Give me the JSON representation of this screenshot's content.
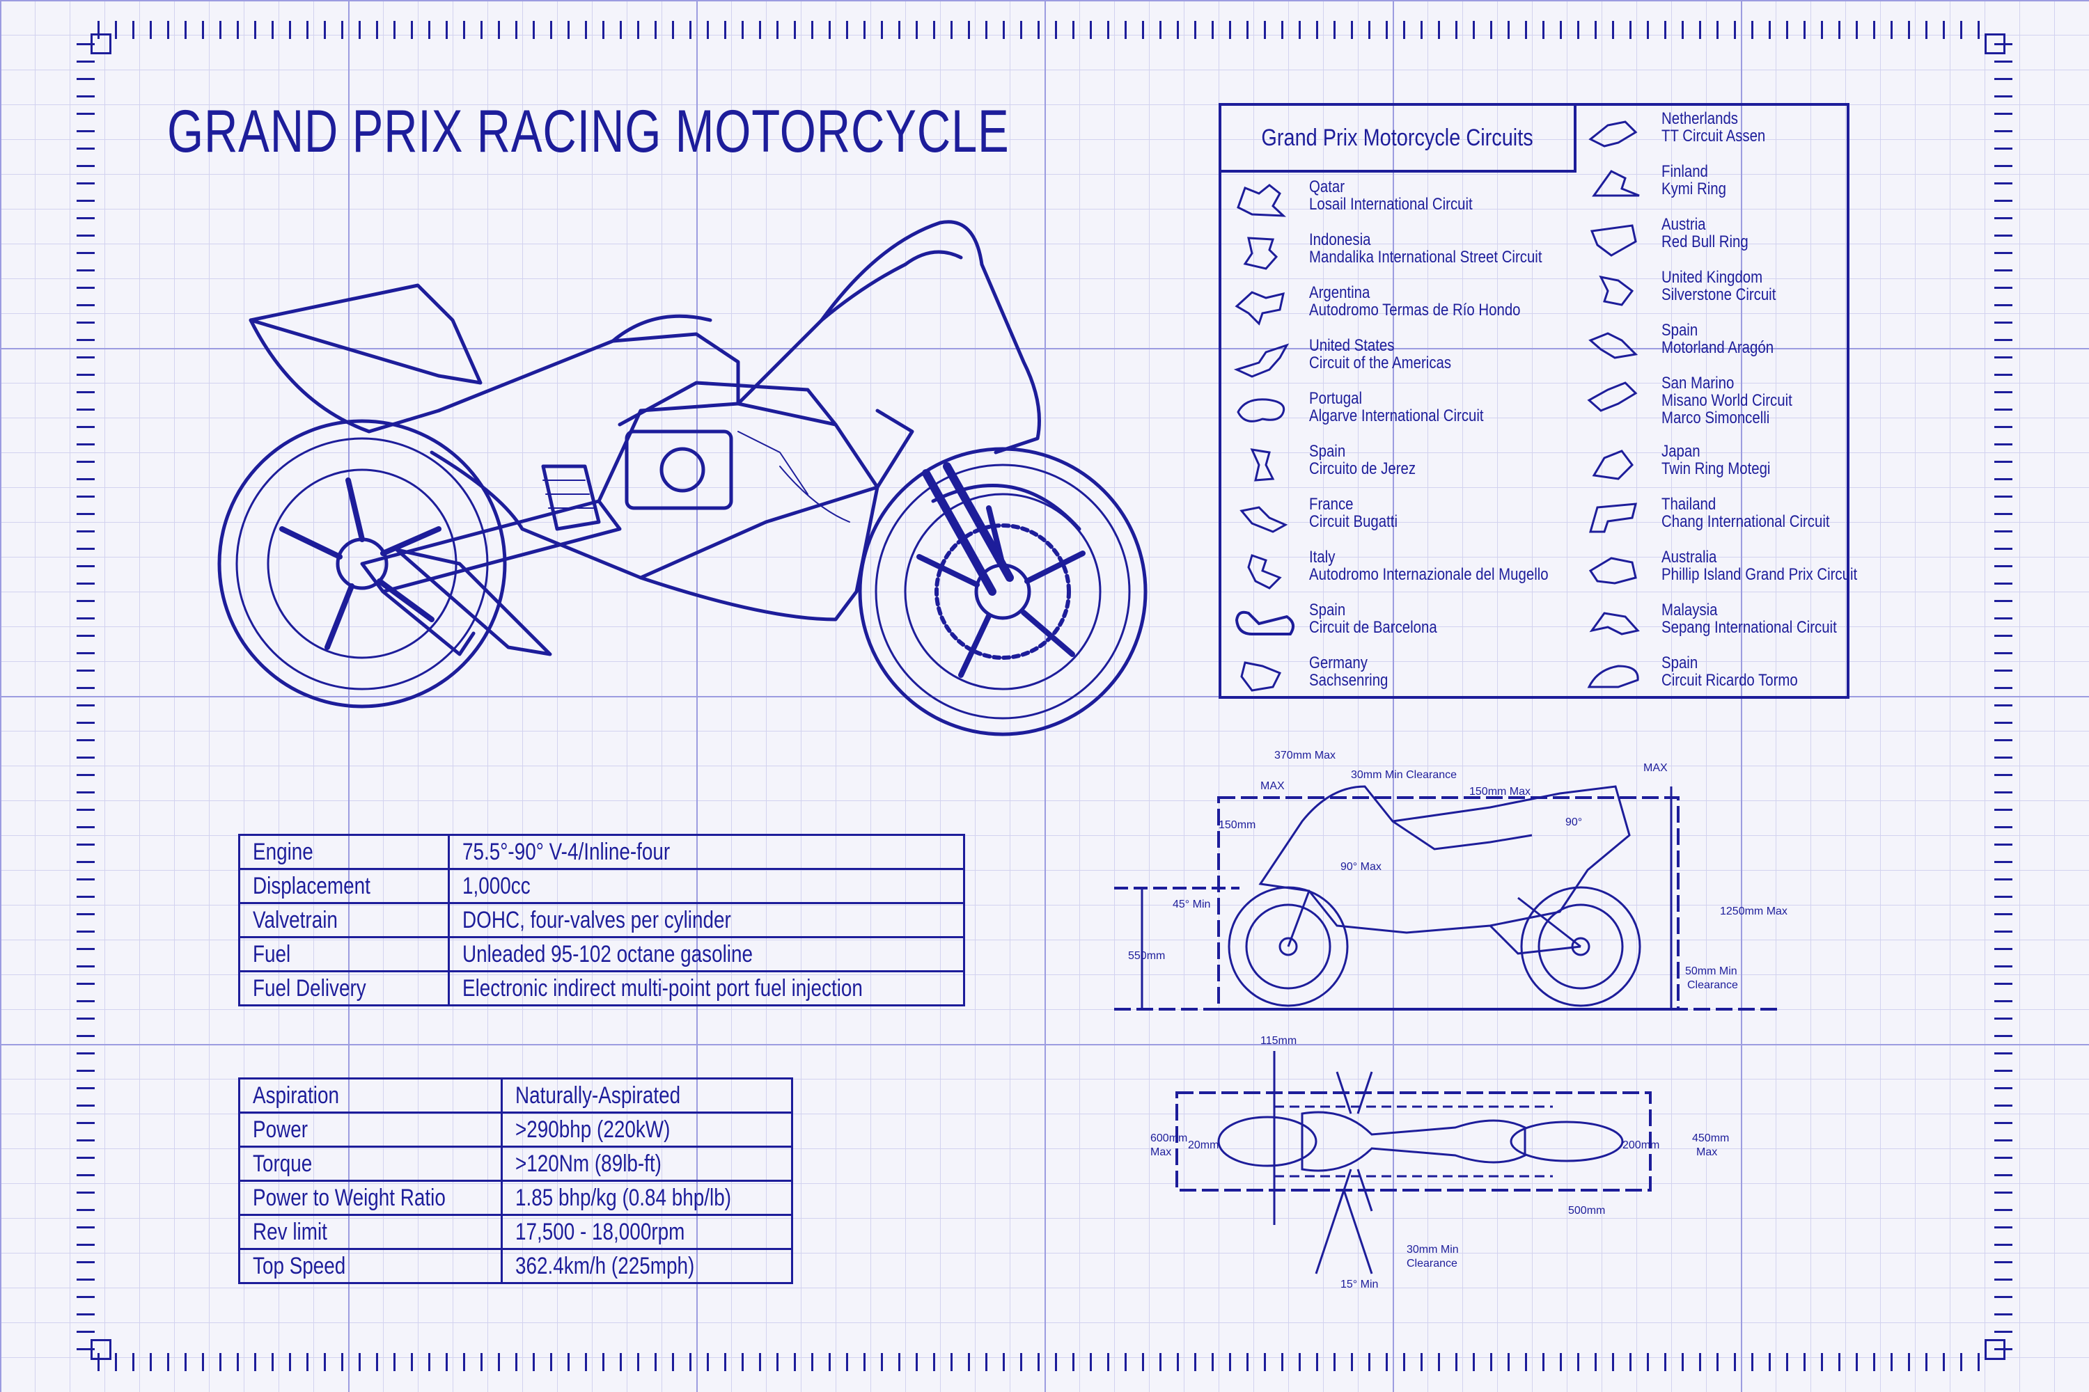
{
  "title": "GRAND PRIX RACING MOTORCYCLE",
  "colors": {
    "ink": "#1d1d9a",
    "paper": "#f4f4fb",
    "grid": "#9c9ce0"
  },
  "spec_table_1": [
    {
      "key": "Engine",
      "value": "75.5°-90° V-4/Inline-four"
    },
    {
      "key": "Displacement",
      "value": "1,000cc"
    },
    {
      "key": "Valvetrain",
      "value": "DOHC, four-valves per cylinder"
    },
    {
      "key": "Fuel",
      "value": "Unleaded 95-102 octane gasoline"
    },
    {
      "key": "Fuel Delivery",
      "value": "Electronic indirect multi-point port fuel injection"
    }
  ],
  "spec_table_2": [
    {
      "key": "Aspiration",
      "value": "Naturally-Aspirated"
    },
    {
      "key": "Power",
      "value": ">290bhp (220kW)"
    },
    {
      "key": "Torque",
      "value": ">120Nm (89lb-ft)"
    },
    {
      "key": "Power to Weight Ratio",
      "value": "1.85 bhp/kg (0.84 bhp/lb)"
    },
    {
      "key": "Rev limit",
      "value": "17,500 - 18,000rpm"
    },
    {
      "key": "Top Speed",
      "value": "362.4km/h (225mph)"
    }
  ],
  "circuits": {
    "heading": "Grand Prix Motorcycle Circuits",
    "left": [
      {
        "country": "Qatar",
        "name": "Losail International Circuit"
      },
      {
        "country": "Indonesia",
        "name": "Mandalika International Street Circuit"
      },
      {
        "country": "Argentina",
        "name": "Autodromo Termas de Río Hondo"
      },
      {
        "country": "United States",
        "name": "Circuit of the Americas"
      },
      {
        "country": "Portugal",
        "name": "Algarve International Circuit"
      },
      {
        "country": "Spain",
        "name": "Circuito de Jerez"
      },
      {
        "country": "France",
        "name": "Circuit Bugatti"
      },
      {
        "country": "Italy",
        "name": "Autodromo Internazionale del Mugello"
      },
      {
        "country": "Spain",
        "name": "Circuit de Barcelona"
      },
      {
        "country": "Germany",
        "name": "Sachsenring"
      }
    ],
    "right": [
      {
        "country": "Netherlands",
        "name": "TT Circuit Assen"
      },
      {
        "country": "Finland",
        "name": "Kymi Ring"
      },
      {
        "country": "Austria",
        "name": "Red Bull Ring"
      },
      {
        "country": "United Kingdom",
        "name": "Silverstone Circuit"
      },
      {
        "country": "Spain",
        "name": "Motorland Aragón"
      },
      {
        "country": "San Marino",
        "name": "Misano World Circuit",
        "name2": "Marco Simoncelli"
      },
      {
        "country": "Japan",
        "name": "Twin Ring Motegi"
      },
      {
        "country": "Thailand",
        "name": "Chang International Circuit"
      },
      {
        "country": "Australia",
        "name": "Phillip Island Grand Prix Circuit"
      },
      {
        "country": "Malaysia",
        "name": "Sepang International Circuit"
      },
      {
        "country": "Spain",
        "name": "Circuit Ricardo Tormo"
      }
    ]
  },
  "side_dims": {
    "d1": "370mm Max",
    "d2": "30mm Min Clearance",
    "d3": "150mm Max",
    "d4": "MAX",
    "d5": "MAX",
    "d6": "150mm",
    "d7": "90° Max",
    "d8": "90°",
    "d9": "45° Min",
    "d10": "550mm",
    "d11": "1250mm Max",
    "d12": "50mm Min",
    "d13": "Clearance"
  },
  "top_dims": {
    "d1": "115mm",
    "d2": "600mm",
    "d3": "Max",
    "d4": "20mm",
    "d5": "200mm",
    "d6": "450mm",
    "d7": "Max",
    "d8": "500mm",
    "d9": "30mm Min",
    "d10": "Clearance",
    "d11": "15° Min"
  }
}
